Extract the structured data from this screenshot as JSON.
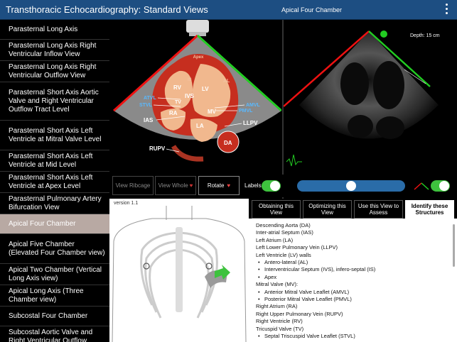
{
  "header": {
    "app_title": "Transthoracic Echocardiography: Standard Views",
    "view_title": "Apical Four Chamber"
  },
  "sidebar": {
    "items": [
      {
        "label": "Parasternal Long Axis",
        "h": 28
      },
      {
        "label": "Parasternal Long Axis Right Ventricular Inflow View",
        "h": 30
      },
      {
        "label": "Parasternal Long Axis Right Ventricular Outflow View",
        "h": 30
      },
      {
        "label": "Parasternal Short Axis Aortic Valve and Right Ventricular Outflow Tract Level",
        "h": 54
      },
      {
        "label": "Parasternal Short Axis Left Ventricle at Mitral Valve Level",
        "h": 42
      },
      {
        "label": "Parasternal Short Axis Left Ventricle at Mid Level",
        "h": 30
      },
      {
        "label": "Parasternal Short Axis Left Ventricle at Apex Level",
        "h": 30
      },
      {
        "label": "Parasternal Pulmonary Artery Bifurcation View",
        "h": 30
      },
      {
        "label": "Apical Four Chamber",
        "h": 28,
        "active": true
      },
      {
        "label": "Apical Five Chamber (Elevated Four Chamber view)",
        "h": 42
      },
      {
        "label": "Apical Two Chamber (Vertical Long Axis view)",
        "h": 30
      },
      {
        "label": "Apical Long Axis (Three Chamber view)",
        "h": 30
      },
      {
        "label": "Subcostal Four Chamber",
        "h": 28
      },
      {
        "label": "Subcostal Aortic Valve and Right Ventricular Outflow",
        "h": 30
      }
    ]
  },
  "anatomy_labels": {
    "apex": "Apex",
    "is": "IS",
    "al": "AL",
    "rv": "RV",
    "lv": "LV",
    "ivs": "IVS",
    "atvl": "ATVL",
    "stvl": "STVL",
    "tv": "TV",
    "ra": "RA",
    "ias": "IAS",
    "mv": "MV",
    "amvl": "AMVL",
    "pmvl": "PMVL",
    "la": "LA",
    "llpv": "LLPV",
    "da": "DA",
    "rupv": "RUPV"
  },
  "echo": {
    "depth_label": "Depth: 15 cm"
  },
  "controls": {
    "view_ribcage": "View Ribcage",
    "view_whole": "View Whole",
    "rotate": "Rotate",
    "labels": "Labels",
    "labels_on": true,
    "slider_value": 0.5
  },
  "version": "version 1.1",
  "tabs": [
    {
      "label": "Obtaining this View"
    },
    {
      "label": "Optimizing this View"
    },
    {
      "label": "Use this View to Assess"
    },
    {
      "label": "Identify these Structures",
      "active": true
    }
  ],
  "structures": [
    {
      "text": "Descending Aorta (DA)"
    },
    {
      "text": "Inter-atrial Septum (IAS)"
    },
    {
      "text": "Left Atrium (LA)"
    },
    {
      "text": "Left Lower Pulmonary Vein (LLPV)"
    },
    {
      "text": "Left Ventricle (LV) walls"
    },
    {
      "text": "Antero-lateral (AL)",
      "sub": true
    },
    {
      "text": "Interventricular Septum (IVS), infero-septal (IS)",
      "sub": true
    },
    {
      "text": "Apex",
      "sub": true
    },
    {
      "text": "Mitral Valve (MV):"
    },
    {
      "text": "Anterior Mitral Valve Leaflet (AMVL)",
      "sub": true
    },
    {
      "text": "Posterior Mitral Valve Leaflet (PMVL)",
      "sub": true
    },
    {
      "text": "Right Atrium (RA)"
    },
    {
      "text": "Right Upper Pulmonary Vein (RUPV)"
    },
    {
      "text": "Right Ventricle (RV)"
    },
    {
      "text": "Tricuspid Valve (TV)"
    },
    {
      "text": "Septal Triscuspid Valve Leaflet (STVL)",
      "sub": true
    }
  ],
  "colors": {
    "header": "#1d4e82",
    "active_item": "#b8a9a3",
    "toggle_on": "#3ec23e",
    "slider": "#2a6ca8"
  }
}
